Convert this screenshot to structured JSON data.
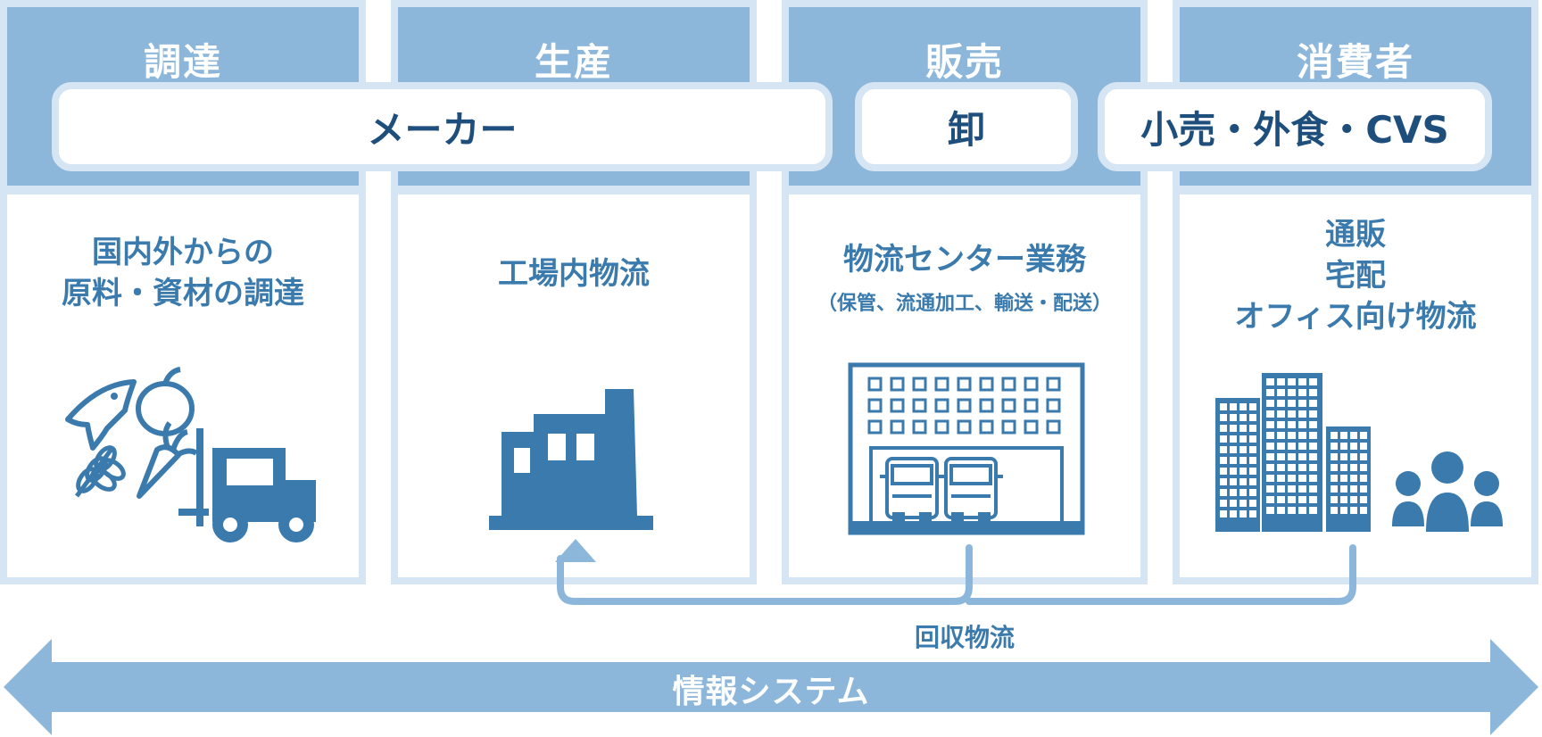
{
  "columns": [
    {
      "title": "調達",
      "body": [
        "国内外からの",
        "原料・資材の調達"
      ]
    },
    {
      "title": "生産",
      "body": [
        "工場内物流"
      ]
    },
    {
      "title": "販売",
      "body": [
        "物流センター業務"
      ],
      "sub": "（保管、流通加工、輸送・配送）"
    },
    {
      "title": "消費者",
      "body": [
        "通販",
        "宅配",
        "オフィス向け物流"
      ]
    }
  ],
  "actors": {
    "maker": "メーカー",
    "wholesale": "卸",
    "retail": "小売・外食・CVS"
  },
  "reverse_logistics": "回収物流",
  "info_system": "情報システム",
  "colors": {
    "header_blue": "#8cb7da",
    "frame_light": "#d5e5f3",
    "icon_blue": "#3a7aad",
    "text_navy": "#1e4f7c"
  },
  "icons": [
    "fish-icon",
    "tomato-icon",
    "wheat-icon",
    "carrot-icon",
    "forklift-icon",
    "factory-icon",
    "logistics-center-icon",
    "truck-icon",
    "office-buildings-icon",
    "people-icon"
  ]
}
